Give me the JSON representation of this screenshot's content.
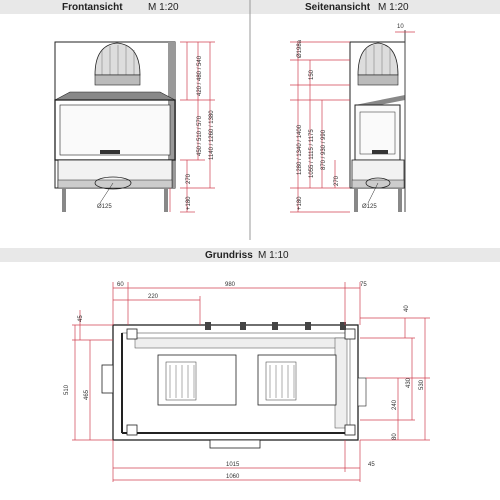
{
  "colors": {
    "dimension": "#d04050",
    "outline": "#222222",
    "header_bar": "#e8e8e8"
  },
  "front_view": {
    "title": "Frontansicht",
    "scale": "M 1:20",
    "dims": {
      "d1": "420 / 480 / 540",
      "d2": "450 / 510 / 570",
      "d3": "1140 / 1260 / 1380",
      "d4": "270",
      "d5": "+180",
      "d6": "Ø125"
    }
  },
  "side_view": {
    "title": "Seitenansicht",
    "scale": "M 1:20",
    "dims": {
      "d1": "10",
      "d2": "Ø198a",
      "d3": "150",
      "d4": "1280 / 1340 / 1400",
      "d5": "1055 / 1115 / 1175",
      "d6": "870 / 930 / 990",
      "d7": "270",
      "d8": "+180",
      "d9": "Ø125"
    }
  },
  "plan_view": {
    "title": "Grundriss",
    "scale": "M 1:10",
    "dims": {
      "top_left": "60",
      "top_inner": "220",
      "top_main": "980",
      "top_right": "75",
      "left_a": "45",
      "left_b": "510",
      "left_c": "465",
      "right_a": "40",
      "right_b": "430",
      "right_c": "530",
      "right_d": "240",
      "right_e": "80",
      "bottom_a": "1015",
      "bottom_b": "45",
      "bottom_c": "1060"
    }
  }
}
